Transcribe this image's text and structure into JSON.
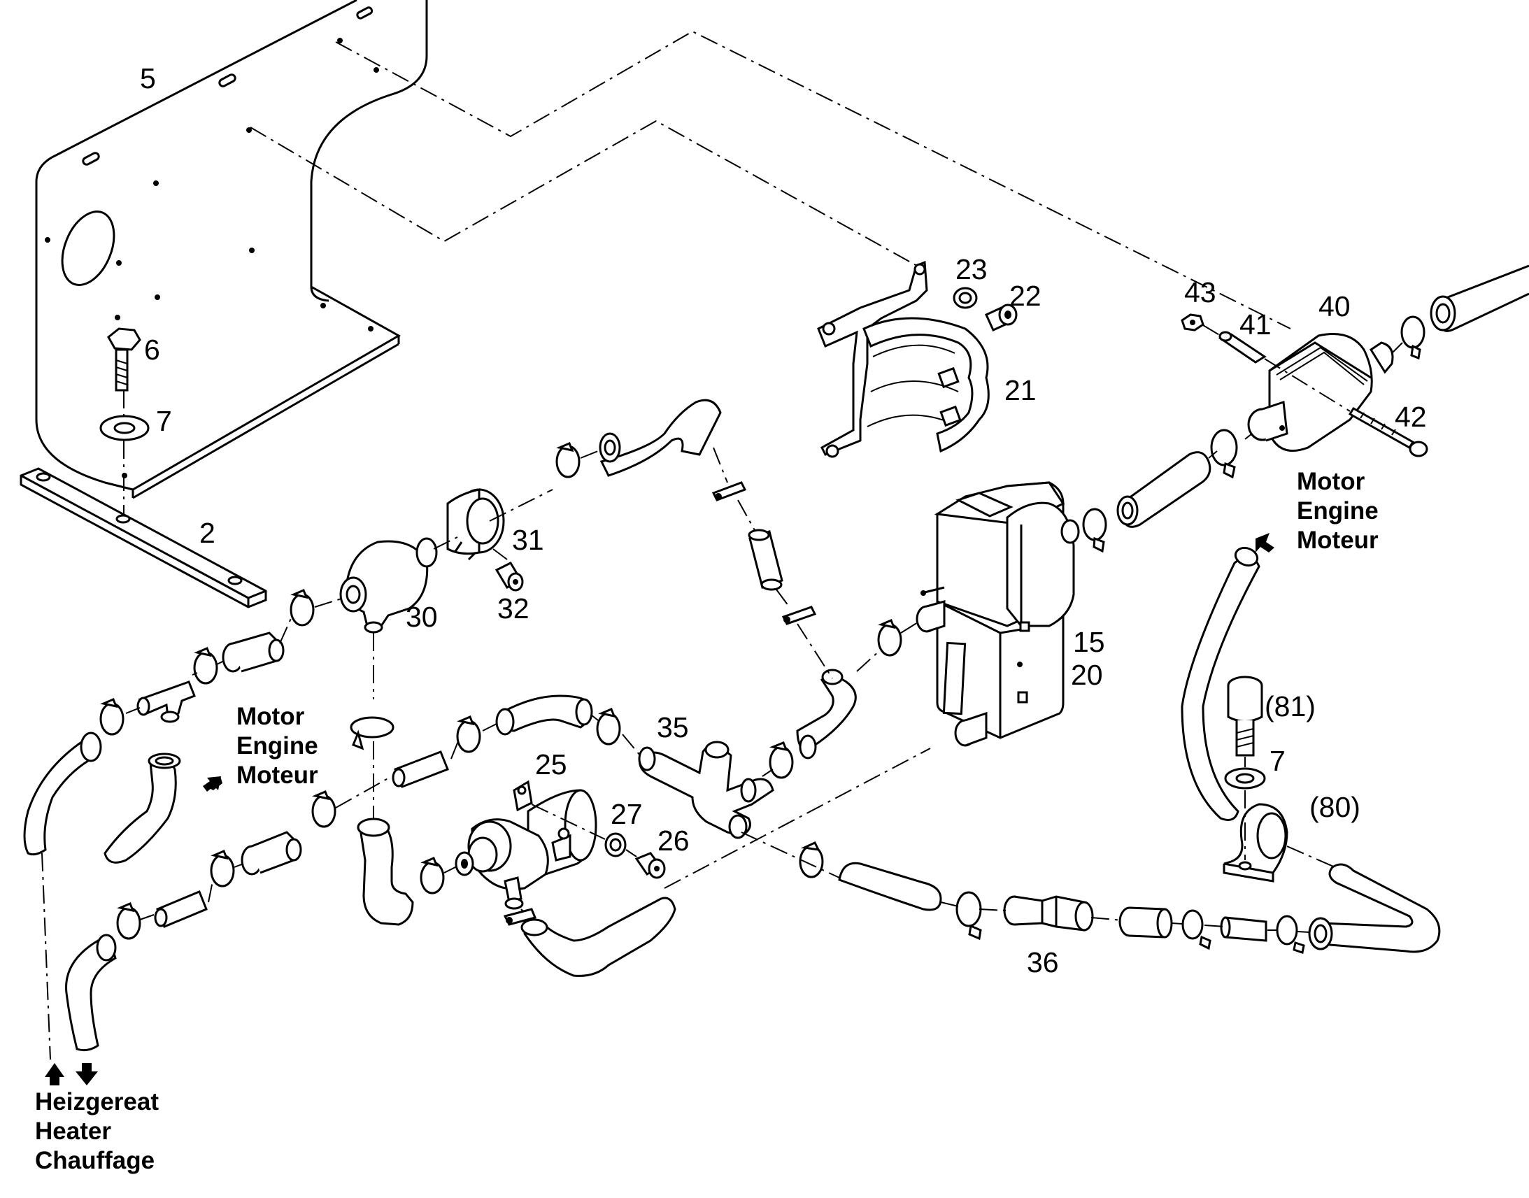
{
  "part_labels": {
    "p5": "5",
    "p6": "6",
    "p7a": "7",
    "p2": "2",
    "p23": "23",
    "p22": "22",
    "p21": "21",
    "p43": "43",
    "p41": "41",
    "p40": "40",
    "p42": "42",
    "p31": "31",
    "p32": "32",
    "p30": "30",
    "p15": "15",
    "p20": "20",
    "p35": "35",
    "p25": "25",
    "p27": "27",
    "p26": "26",
    "p36": "36",
    "p81": "(81)",
    "p7b": "7",
    "p80": "(80)"
  },
  "captions": {
    "engine_right": [
      "Motor",
      "Engine",
      "Moteur"
    ],
    "engine_left": [
      "Motor",
      "Engine",
      "Moteur"
    ],
    "heater": [
      "Heizgereat",
      "Heater",
      "Chauffage"
    ]
  },
  "colors": {
    "line": "#000000",
    "background": "#ffffff"
  }
}
